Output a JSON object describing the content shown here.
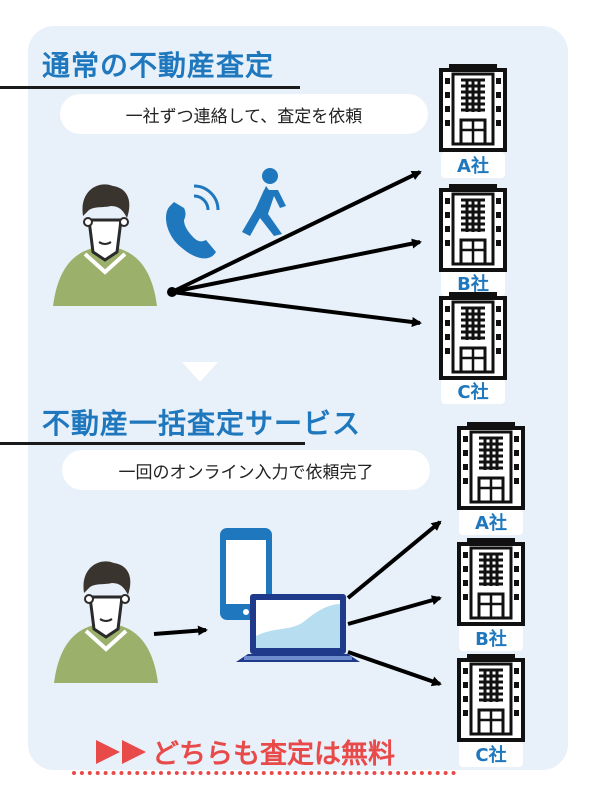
{
  "section1": {
    "title": "通常の不動産査定",
    "bubble": "一社ずつ連絡して、査定を依頼"
  },
  "section2": {
    "title": "不動産一括査定サービス",
    "bubble": "一回のオンライン入力で依頼完了"
  },
  "companies": [
    "A社",
    "B社",
    "C社"
  ],
  "footer": {
    "text": "どちらも査定は無料"
  },
  "colors": {
    "accent": "#1f78bd",
    "panel": "#e8f0f9",
    "footer": "#e84a4a",
    "shirt": "#9bb06a",
    "screen": "#b7ddf0"
  },
  "icons": [
    "person-icon",
    "phone-call-icon",
    "walking-icon",
    "smartphone-icon",
    "laptop-icon",
    "building-icon",
    "double-arrow-icon"
  ]
}
